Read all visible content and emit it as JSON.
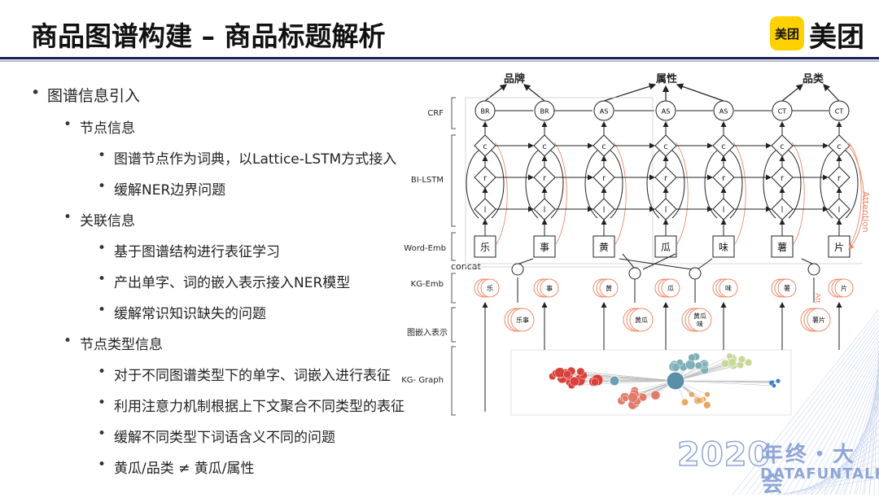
{
  "header": {
    "title": "商品图谱构建 – 商品标题解析",
    "logo_mark": "美团",
    "logo_text": "美团"
  },
  "bullets": [
    {
      "level": 0,
      "text": "图谱信息引入"
    },
    {
      "level": 1,
      "text": "节点信息"
    },
    {
      "level": 2,
      "text": "图谱节点作为词典，以Lattice-LSTM方式接入"
    },
    {
      "level": 2,
      "text": "缓解NER边界问题"
    },
    {
      "level": 1,
      "text": "关联信息"
    },
    {
      "level": 2,
      "text": "基于图谱结构进行表征学习"
    },
    {
      "level": 2,
      "text": "产出单字、词的嵌入表示接入NER模型"
    },
    {
      "level": 2,
      "text": "缓解常识知识缺失的问题"
    },
    {
      "level": 1,
      "text": "节点类型信息"
    },
    {
      "level": 2,
      "text": "对于不同图谱类型下的单字、词嵌入进行表征"
    },
    {
      "level": 2,
      "text": "利用注意力机制根据上下文聚合不同类型的表征"
    },
    {
      "level": 2,
      "text": "缓解不同类型下词语含义不同的问题"
    },
    {
      "level": 2,
      "text": "黄瓜/品类 ≠ 黄瓜/属性"
    }
  ],
  "diagram": {
    "row_labels": {
      "crf": "CRF",
      "bilstm": "BI-LSTM",
      "word_emb": "Word-Emb",
      "concat": "concat",
      "kg_emb": "KG-Emb",
      "graph_emb": "图嵌入表示",
      "kg_graph": "KG- Graph"
    },
    "output_labels": [
      "品牌",
      "属性",
      "品类"
    ],
    "crf_tags": [
      "BR",
      "BR",
      "AS",
      "AS",
      "AS",
      "CT",
      "CT"
    ],
    "lstm_cells": [
      "c",
      "r",
      "l"
    ],
    "chars": [
      "乐",
      "事",
      "黄",
      "瓜",
      "味",
      "薯",
      "片"
    ],
    "kg_words": [
      "乐事",
      "黄瓜",
      "黄瓜\n味",
      "薯片"
    ],
    "attention_label": "Attention",
    "att_label": "Att"
  },
  "watermark": {
    "year": "2020",
    "cn": "年终・大会",
    "en": "DATAFUNTALK"
  },
  "colors": {
    "navy": "#1b1f5c",
    "accent_orange": "#f08a6a",
    "logo_yellow": "#ffd100"
  }
}
